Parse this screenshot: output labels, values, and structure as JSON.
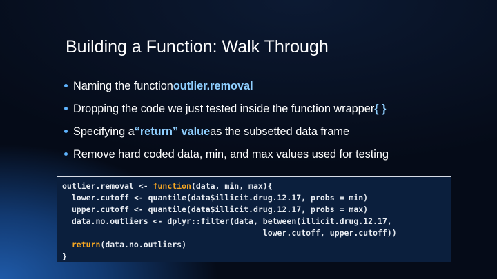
{
  "title": "Building a Function: Walk Through",
  "bullets": [
    {
      "pre": "Naming the function ",
      "hl": "outlier.removal",
      "post": ""
    },
    {
      "pre": "Dropping the code we just tested inside the function wrapper ",
      "hl": "{ }",
      "post": ""
    },
    {
      "pre": "Specifying a ",
      "hl": "“return” value",
      "post": " as the subsetted data frame"
    },
    {
      "pre": "Remove hard coded data, min, and max values used for testing",
      "hl": "",
      "post": ""
    }
  ],
  "code": {
    "l1a": "outlier.removal <- ",
    "l1kw": "function",
    "l1b": "(data, min, max){",
    "l2": "  lower.cutoff <- quantile(data$illicit.drug.12.17, probs = min)",
    "l3": "  upper.cutoff <- quantile(data$illicit.drug.12.17, probs = max)",
    "l4": "  data.no.outliers <- dplyr::filter(data, between(illicit.drug.12.17,",
    "l5": "                                          lower.cutoff, upper.cutoff))",
    "l6a": "  ",
    "l6kw": "return",
    "l6b": "(data.no.outliers)",
    "l7": "}"
  },
  "colors": {
    "highlight": "#8fcfff",
    "keyword": "#f5a623",
    "code_bg": "#0b1f3d"
  }
}
